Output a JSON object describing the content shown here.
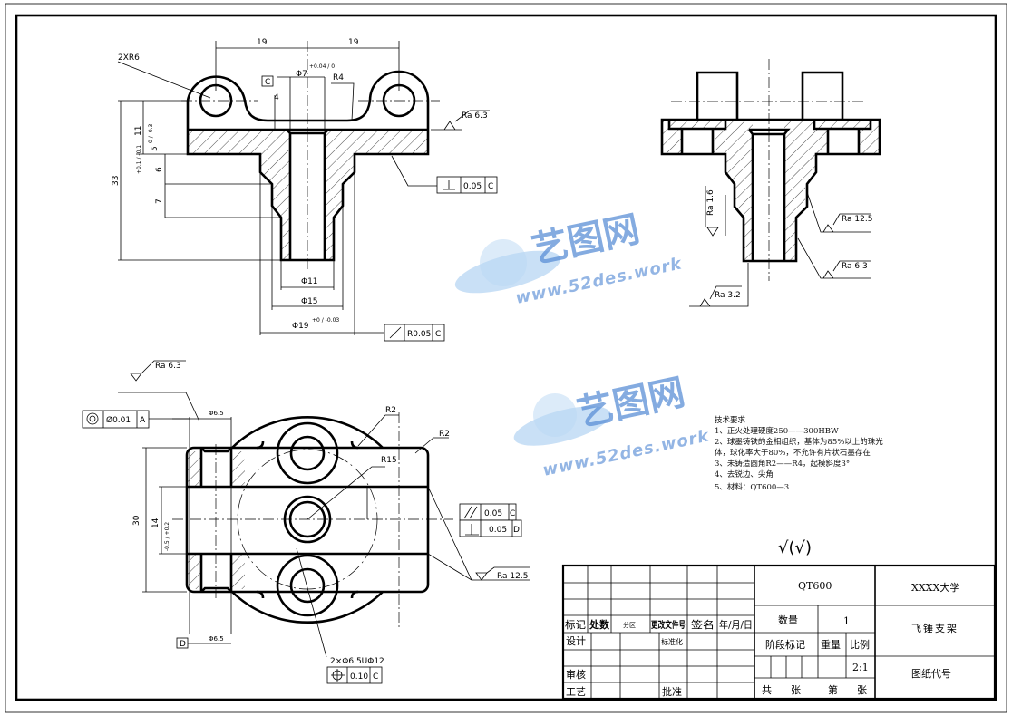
{
  "drawing": {
    "main_view": {
      "dim_19_left": "19",
      "dim_19_right": "19",
      "lug_radius": "2XR6",
      "bore_dia": "Φ7",
      "bore_tol": "+0.04 / 0",
      "datum_c": "C",
      "fillet": "R4",
      "dim_4": "4",
      "dim_11": "11",
      "dim_11_tol": "+0.1 / -0.1",
      "dim_5": "5",
      "dim_5_tol": "0 / -0.3",
      "dim_6": "6",
      "dim_7": "7",
      "dim_33": "33",
      "dia_11": "Φ11",
      "dia_15": "Φ15",
      "dia_19": "Φ19",
      "dia_19_tol": "+0 / -0.03",
      "roughness_top": "Ra 6.3",
      "perp_tol": {
        "value": "0.05",
        "datum": "C"
      },
      "runout_tol": {
        "value": "R0.05",
        "datum": "C"
      }
    },
    "side_view": {
      "ra_16": "Ra 1.6",
      "ra_125": "Ra 12.5",
      "ra_63": "Ra 6.3",
      "ra_32": "Ra 3.2"
    },
    "top_view": {
      "roughness": "Ra 6.3",
      "concentricity": {
        "value": "Ø0.01",
        "datum": "A"
      },
      "dia_65_top": "Φ6.5",
      "dia_65_bottom": "Φ6.5",
      "r2_a": "R2",
      "r2_b": "R2",
      "r15": "R15",
      "dim_30": "30",
      "dim_14": "14",
      "dim_14_tol": "-0.5 / +0.2",
      "datum_d": "D",
      "parallel_tol": {
        "value": "0.05",
        "datum": "C"
      },
      "perp_tol": {
        "value": "0.05",
        "datum": "D"
      },
      "ra_125": "Ra 12.5",
      "holes_note": "2×Φ6.5UΦ12",
      "position_tol": {
        "value": "0.10",
        "datum": "C"
      }
    },
    "requirements": {
      "title": "技术要求",
      "lines": [
        "1、正火处理硬度250——300HBW",
        "2、球墨铸铁的金相组织，基体为85%以上的珠光",
        "体，球化率大于80%，不允许有片状石墨存在",
        "3、未铸造圆角R2——R4，起模斜度3°",
        "4、去锐边、尖角",
        "5、材料：QT600—3"
      ]
    },
    "general_roughness": "√(√)",
    "watermark": {
      "brand": "艺图网",
      "url": "www.52des.work"
    }
  },
  "title_block": {
    "material": "QT600",
    "school": "XXXX大学",
    "part_name": "飞锤支架",
    "drawing_no_label": "图纸代号",
    "qty_label": "数量",
    "qty": "1",
    "stage_label": "阶段标记",
    "weight_label": "重量",
    "scale_label": "比例",
    "scale": "2:1",
    "total_label": "共",
    "sheet_label": "张",
    "nth_label": "第",
    "sheet_label2": "张",
    "rev_headers": [
      "标记",
      "处数",
      "分区",
      "更改文件号",
      "签名",
      "年/月/日"
    ],
    "design": "设计",
    "standard": "标准化",
    "review": "审核",
    "process": "工艺",
    "approve": "批准"
  }
}
